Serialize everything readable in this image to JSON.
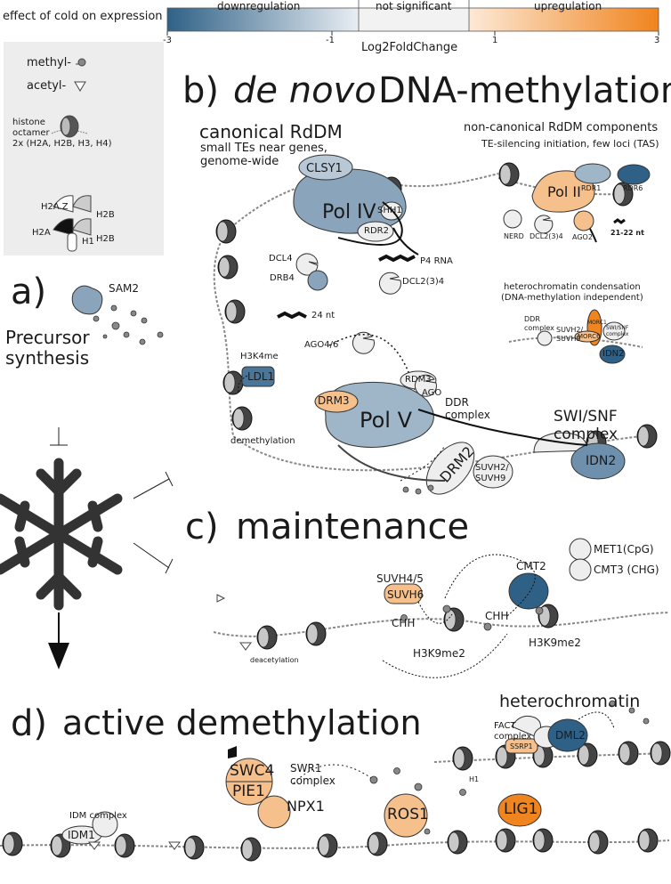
{
  "colorbar": {
    "title": "effect of cold on expression",
    "cat_down": "downregulation",
    "cat_ns": "not significant",
    "cat_up": "upregulation",
    "ticks": [
      "-3",
      "-1",
      "1",
      "3"
    ],
    "axis_label": "Log2FoldChange",
    "colors": {
      "down": "#2f6187",
      "mid": "#f2f2f2",
      "up": "#f0841e",
      "light_up": "#f6c08d",
      "light_down": "#9fb6c8"
    }
  },
  "legend": {
    "methyl": "methyl-",
    "acetyl": "acetyl-",
    "histone_octamer": "histone\noctamer",
    "histone_composition": "2x (H2A, H2B, H3, H4)",
    "h2az": "H2A.Z",
    "h2b_a": "H2B",
    "h2a": "H2A",
    "h2b_b": "H2B",
    "h1": "H1"
  },
  "panel_a": {
    "letter": "a)",
    "title": "Precursor\nsynthesis",
    "sam2": "SAM2"
  },
  "panel_b": {
    "letter": "b)",
    "title_italic": "de novo",
    "title_rest": "DNA-methylation",
    "canonical_title": "canonical RdDM",
    "canonical_sub": "small TEs near genes,\ngenome-wide",
    "noncanonical_title": "non-canonical RdDM components",
    "noncanonical_sub": "TE-silencing initiation, few loci (TAS)",
    "clsy1": "CLSY1",
    "shh1": "SHH1",
    "pol_iv": "Pol IV",
    "rdr2": "RDR2",
    "p4_rna": "P4 RNA",
    "dcl4": "DCL4",
    "drb4": "DRB4",
    "dcl234_a": "DCL2(3)4",
    "nt24": "24 nt",
    "ago46": "AGO4/6",
    "pol_ii": "Pol II",
    "rdr1": "RDR1",
    "rdr6": "RDR6",
    "nerd": "NERD",
    "dcl234_b": "DCL2(3)4",
    "ago2": "AGO2",
    "nt2122": "21-22 nt",
    "hc_title": "heterochromatin condensation\n(DNA-methylation independent)",
    "ddr_small": "DDR\ncomplex",
    "suvh_small": "SUVH2/\nSUVH9",
    "morc1": "MORC1",
    "morc6": "MORC6",
    "swisnf_small": "SWI/SNF\ncomplex",
    "idn2_small": "IDN2",
    "h3k4me": "H3K4me",
    "ldl1": "LDL1",
    "demethylation": "demethylation",
    "drm3": "DRM3",
    "rdm3": "RDM3",
    "ago": "AGO",
    "pol_v": "Pol V",
    "ddr": "DDR\ncomplex",
    "drm2": "DRM2",
    "suvh29": "SUVH2/\nSUVH9",
    "swisnf": "SWI/SNF\ncomplex",
    "idn2": "IDN2"
  },
  "panel_c": {
    "letter": "c)",
    "title": "maintenance",
    "met1": "MET1(CpG)",
    "cmt3": "CMT3 (CHG)",
    "suvh45": "SUVH4/5",
    "suvh6": "SUVH6",
    "chh_a": "CHH",
    "h3k9me2_a": "H3K9me2",
    "cmt2": "CMT2",
    "chh_b": "CHH",
    "h3k9me2_b": "H3K9me2",
    "deacetylation": "deacetylation"
  },
  "panel_d": {
    "letter": "d)",
    "title": "active demethylation",
    "heterochromatin": "heterochromatin",
    "fact": "FACT\ncomplex",
    "ssrp1": "SSRP1",
    "dml2": "DML2",
    "h1": "H1",
    "idm_complex": "IDM complex",
    "idm1": "IDM1",
    "swc4": "SWC4",
    "pie1": "PIE1",
    "swr1": "SWR1\ncomplex",
    "npx1": "NPX1",
    "ros1": "ROS1",
    "lig1": "LIG1"
  }
}
